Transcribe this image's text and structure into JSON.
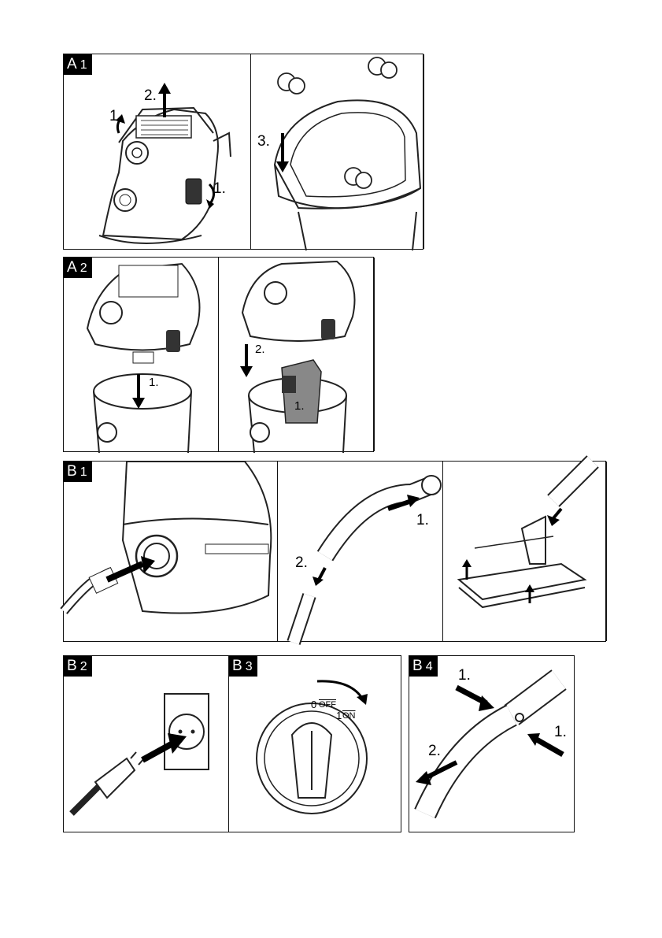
{
  "panels": {
    "a1": {
      "letter": "A",
      "number": "1",
      "steps": [
        "2.",
        "1.",
        "1.",
        "3."
      ]
    },
    "a2": {
      "letter": "A",
      "number": "2",
      "steps": [
        "1.",
        "2.",
        "1."
      ]
    },
    "b1": {
      "letter": "B",
      "number": "1",
      "steps": [
        "1.",
        "2."
      ]
    },
    "b2": {
      "letter": "B",
      "number": "2"
    },
    "b3": {
      "letter": "B",
      "number": "3",
      "switch": {
        "zero": "0",
        "off": "OFF",
        "one": "1",
        "on": "ON"
      }
    },
    "b4": {
      "letter": "B",
      "number": "4",
      "steps": [
        "1.",
        "1.",
        "2."
      ]
    }
  }
}
